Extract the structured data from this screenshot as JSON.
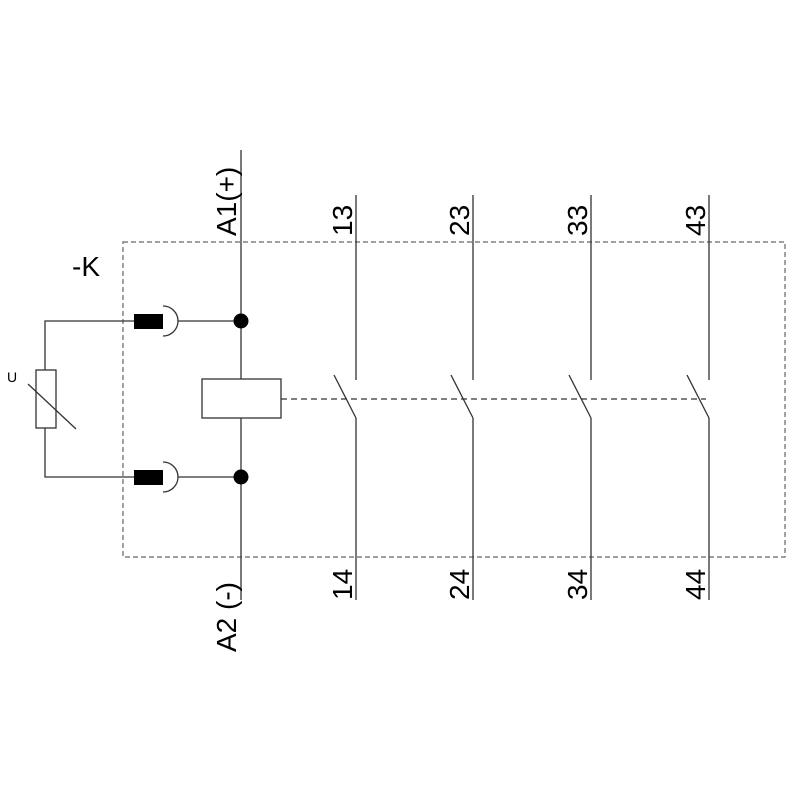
{
  "device_label": "-K",
  "varistor_label": "U",
  "coil": {
    "top_terminal": "A1(+)",
    "bottom_terminal": "A2 (-)"
  },
  "contacts": [
    {
      "top": "13",
      "bottom": "14"
    },
    {
      "top": "23",
      "bottom": "24"
    },
    {
      "top": "33",
      "bottom": "34"
    },
    {
      "top": "43",
      "bottom": "44"
    }
  ],
  "colors": {
    "line": "#000000",
    "dashed": "#555555"
  }
}
